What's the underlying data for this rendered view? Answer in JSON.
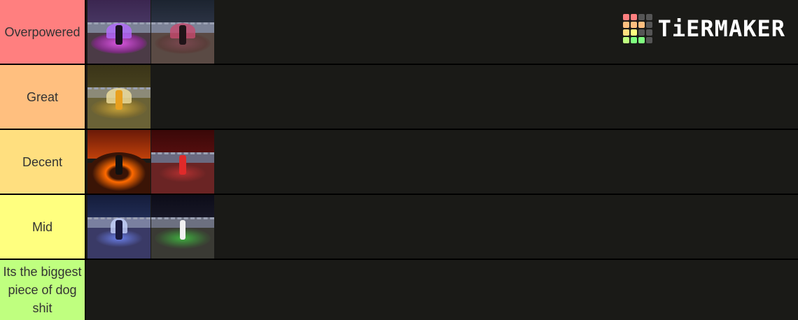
{
  "tiers": [
    {
      "label": "Overpowered",
      "color": "#ff7f7f"
    },
    {
      "label": "Great",
      "color": "#ffbf7f"
    },
    {
      "label": "Decent",
      "color": "#ffdf7f"
    },
    {
      "label": "Mid",
      "color": "#ffff7f"
    },
    {
      "label": "Its the biggest piece of dog shit",
      "color": "#bfff7f"
    }
  ],
  "logo": {
    "text": "TiERMAKER"
  },
  "thumbnails": {
    "op_1": {
      "icon": "purple-winged-character-thumbnail",
      "accent": "#d957e0"
    },
    "op_2": {
      "icon": "dark-pink-character-thumbnail",
      "accent": "#c64a6e"
    },
    "great_1": {
      "icon": "golden-winged-character-thumbnail",
      "accent": "#e8b43a"
    },
    "decent_1": {
      "icon": "fire-character-thumbnail",
      "accent": "#ff6a00"
    },
    "decent_2": {
      "icon": "red-character-thumbnail",
      "accent": "#e02a2a"
    },
    "mid_1": {
      "icon": "blue-character-thumbnail",
      "accent": "#6a7fe8"
    },
    "mid_2": {
      "icon": "green-character-thumbnail",
      "accent": "#3fae3f"
    }
  }
}
